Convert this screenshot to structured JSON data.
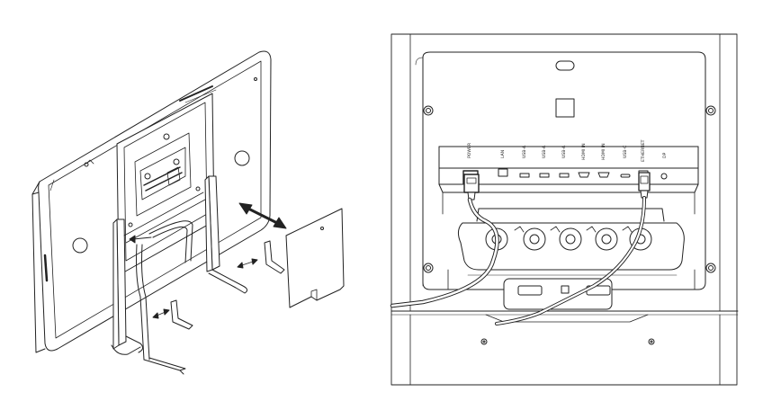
{
  "left_view": {
    "components": [
      "display-back",
      "vesa-bracket",
      "cable-cover",
      "stand-legs",
      "hex-keys"
    ],
    "arrows": [
      "cover-remove-arrow",
      "stand-insert-arrow",
      "hex-key-rotate-arrow"
    ]
  },
  "right_view": {
    "port_labels": [
      "POWER",
      "LAN",
      "USB-A",
      "USB-A",
      "USB-A",
      "HDMI IN",
      "HDMI IN",
      "USB-C",
      "ETHERNET",
      "DP"
    ],
    "cable_routes": [
      "power-cable",
      "ethernet-cable"
    ]
  },
  "colors": {
    "line": "#222222",
    "fill": "#ffffff",
    "shade": "#e6e6e6"
  }
}
